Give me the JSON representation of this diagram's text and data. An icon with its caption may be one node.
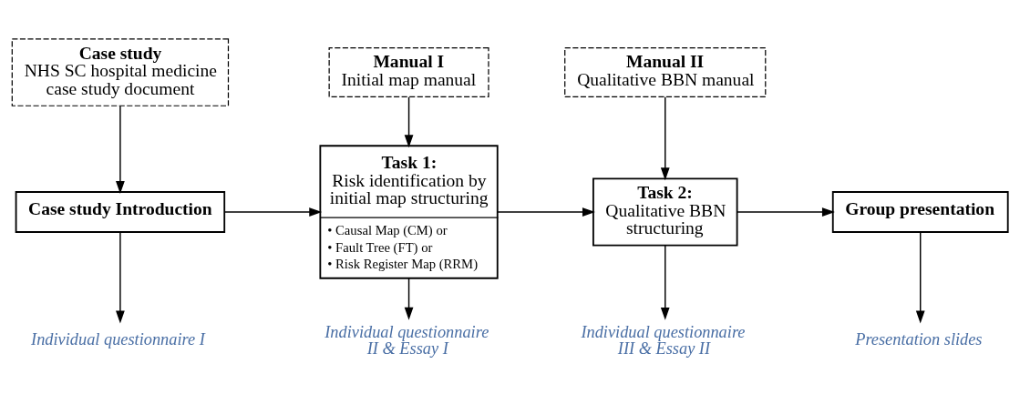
{
  "diagram": {
    "nodes": [
      {
        "text": [
          "Case study",
          "NHS SC hospital medicine case study document"
        ]
      },
      {
        "text": [
          "Manual I",
          "Initial map manual"
        ]
      },
      {
        "text": [
          "Manual II",
          "Qualitative BBN manual"
        ]
      },
      {
        "text": [
          "Case study Introduction"
        ]
      },
      {
        "text": [
          "Task 1:",
          "Risk identification by initial map structuring",
          "• Causal Map (CM) or",
          "• Fault Tree (FT) or",
          "• Risk Register Map (RRM)"
        ]
      },
      {
        "text": [
          "Task 2:",
          "Qualitative BBN structuring"
        ]
      },
      {
        "text": [
          "Group presentation"
        ]
      },
      {
        "text": [
          "Individual questionnaire I"
        ]
      },
      {
        "text": [
          "Individual questionnaire II & Essay I"
        ]
      },
      {
        "text": [
          "Individual questionnaire III & Essay II"
        ]
      },
      {
        "text": [
          "Presentation slides"
        ]
      }
    ],
    "edges": [
      {
        "from": 0,
        "to": 3,
        "arrow": "to"
      },
      {
        "from": 1,
        "to": 4,
        "arrow": "to"
      },
      {
        "from": 2,
        "to": 5,
        "arrow": "to"
      },
      {
        "from": 3,
        "to": 4,
        "arrow": "to"
      },
      {
        "from": 4,
        "to": 5,
        "arrow": "to"
      },
      {
        "from": 5,
        "to": 6,
        "arrow": "to"
      },
      {
        "from": 3,
        "to": 7,
        "arrow": "to"
      },
      {
        "from": 4,
        "to": 8,
        "arrow": "to"
      },
      {
        "from": 5,
        "to": 9,
        "arrow": "to"
      },
      {
        "from": 6,
        "to": 10,
        "arrow": "to"
      }
    ]
  }
}
